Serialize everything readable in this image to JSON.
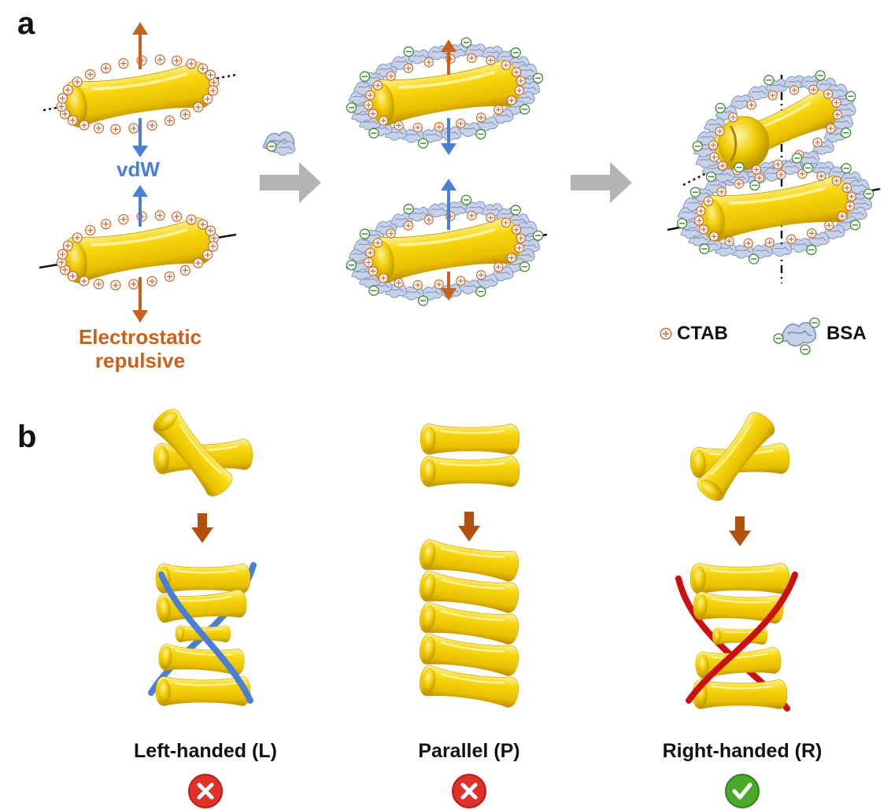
{
  "panels": {
    "a": {
      "letter": "a"
    },
    "b": {
      "letter": "b"
    }
  },
  "panel_a": {
    "vdw_label": "vdW",
    "electrostatic_label_line1": "Electrostatic",
    "electrostatic_label_line2": "repulsive",
    "legend": {
      "ctab_label": "CTAB",
      "bsa_label": "BSA"
    }
  },
  "panel_b": {
    "captions": [
      "Left-handed (L)",
      "Parallel (P)",
      "Right-handed (R)"
    ],
    "status_icons": [
      "cross-icon",
      "cross-icon",
      "check-icon"
    ]
  },
  "colors": {
    "gold": "#f5d000",
    "gold_dark": "#c9a400",
    "orange_arrow": "#c8611c",
    "blue_arrow": "#4a7fd4",
    "gray_arrow": "#b3b3b3",
    "brown_arrow": "#b4500e",
    "left_helix": "#4a7fd4",
    "right_helix": "#cc1010",
    "cross_red": "#e0302a",
    "check_green": "#4aa82a",
    "minus_green": "#3c8a2a",
    "plus_orange": "#d06a30"
  }
}
